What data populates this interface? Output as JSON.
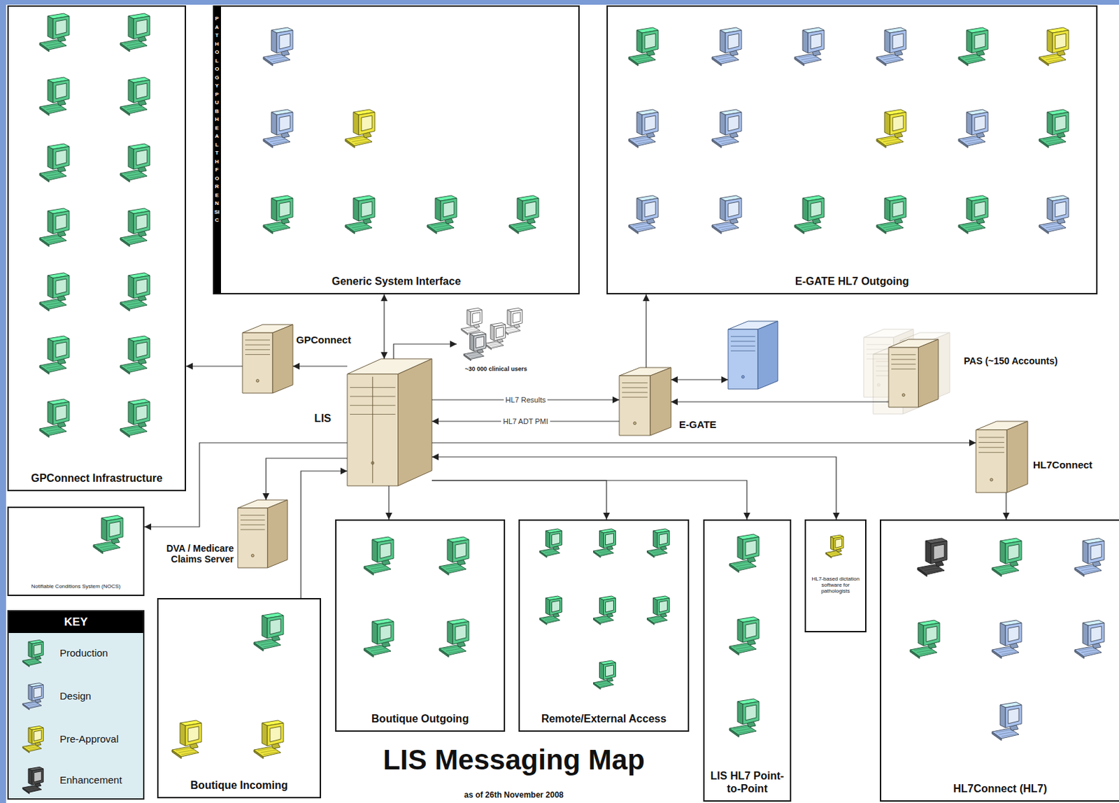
{
  "diagram": {
    "title": "LIS Messaging Map",
    "caption": "as of 26th November 2008",
    "nodes": [
      {
        "text": [
          "GPConnect Infrastructure"
        ]
      },
      {
        "text": [
          "Generic System Interface"
        ]
      },
      {
        "text": [
          "E-GATE HL7 Outgoing"
        ]
      },
      {
        "text": [
          "GPConnect"
        ]
      },
      {
        "text": [
          "~30 000 clinical users"
        ]
      },
      {
        "text": [
          "LIS"
        ]
      },
      {
        "text": [
          "E-GATE"
        ]
      },
      {
        "text": [
          "PAS (~150 Accounts)"
        ]
      },
      {
        "text": [
          "HL7Connect"
        ]
      },
      {
        "text": [
          "Notifiable Conditions System (NOCS)"
        ]
      },
      {
        "text": [
          "DVA / Medicare Claims Server"
        ]
      },
      {
        "text": [
          "Boutique Outgoing"
        ]
      },
      {
        "text": [
          "Remote/External Access"
        ]
      },
      {
        "text": [
          "LIS HL7 Point-to-Point"
        ]
      },
      {
        "text": [
          "HL7-based dictation software for pathologists"
        ]
      },
      {
        "text": [
          "HL7Connect (HL7)"
        ]
      },
      {
        "text": [
          "Boutique Incoming"
        ]
      }
    ],
    "edges": [
      {
        "from": 5,
        "to": 3,
        "arrow": "to"
      },
      {
        "from": 3,
        "to": 0,
        "arrow": "to"
      },
      {
        "from": 5,
        "to": 1,
        "arrow": "both"
      },
      {
        "from": 5,
        "to": 4,
        "arrow": "to"
      },
      {
        "from": 5,
        "to": 6,
        "label": "HL7 Results",
        "arrow": "to"
      },
      {
        "from": 6,
        "to": 5,
        "label": "HL7 ADT PMI",
        "arrow": "to"
      },
      {
        "from": 6,
        "to": 2,
        "arrow": "to"
      },
      {
        "from": 7,
        "to": 6,
        "arrow": "to"
      },
      {
        "from": 5,
        "to": 8,
        "arrow": "to"
      },
      {
        "from": 5,
        "to": 14,
        "arrow": "both"
      },
      {
        "from": 8,
        "to": 15,
        "arrow": "to"
      },
      {
        "from": 5,
        "to": 9,
        "arrow": "to"
      },
      {
        "from": 5,
        "to": 10,
        "arrow": "to"
      },
      {
        "from": 16,
        "to": 5,
        "arrow": "to"
      },
      {
        "from": 5,
        "to": 11,
        "arrow": "to"
      },
      {
        "from": 5,
        "to": 12,
        "arrow": "to"
      },
      {
        "from": 5,
        "to": 13,
        "arrow": "to"
      }
    ],
    "labels": [
      "PATHOLOGY PUB HEALTH FORENSIC",
      "KEY"
    ],
    "legend": [
      {
        "text": "Production",
        "color": "#55c98a"
      },
      {
        "text": "Design",
        "color": "#a9c2ee"
      },
      {
        "text": "Pre-Approval",
        "color": "#ece43a"
      },
      {
        "text": "Enhancement",
        "color": "#4b4b4b"
      }
    ]
  }
}
